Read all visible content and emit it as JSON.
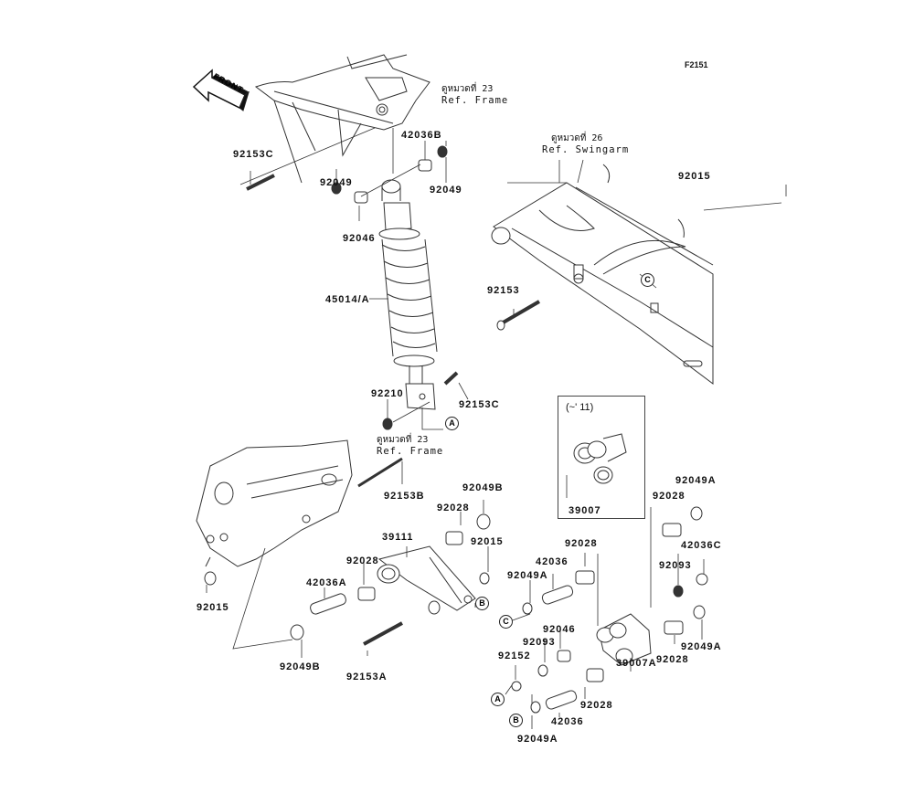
{
  "diagram": {
    "figure_code": "F2151",
    "front_arrow_label": "FRONT",
    "references": [
      {
        "id": "ref-frame-top",
        "thai": "ดูหมวดที่ 23",
        "text": "Ref. Frame"
      },
      {
        "id": "ref-swingarm",
        "thai": "ดูหมวดที่ 26",
        "text": "Ref. Swingarm"
      },
      {
        "id": "ref-frame-mid",
        "thai": "ดูหมวดที่ 23",
        "text": "Ref. Frame"
      }
    ],
    "variant_box": {
      "label": "(~' 11)",
      "part": "39007"
    },
    "callouts": [
      "A",
      "B",
      "C"
    ],
    "parts": [
      {
        "id": "p1",
        "number": "92153C"
      },
      {
        "id": "p2",
        "number": "42036B"
      },
      {
        "id": "p3",
        "number": "92049"
      },
      {
        "id": "p4",
        "number": "92049"
      },
      {
        "id": "p5",
        "number": "92046"
      },
      {
        "id": "p6",
        "number": "45014/A"
      },
      {
        "id": "p7",
        "number": "92015"
      },
      {
        "id": "p8",
        "number": "92153"
      },
      {
        "id": "p9",
        "number": "92210"
      },
      {
        "id": "p10",
        "number": "92153C"
      },
      {
        "id": "p11",
        "number": "92153B"
      },
      {
        "id": "p12",
        "number": "92049B"
      },
      {
        "id": "p13",
        "number": "92028"
      },
      {
        "id": "p14",
        "number": "39111"
      },
      {
        "id": "p15",
        "number": "92015"
      },
      {
        "id": "p16",
        "number": "92028"
      },
      {
        "id": "p17",
        "number": "42036A"
      },
      {
        "id": "p18",
        "number": "92015"
      },
      {
        "id": "p19",
        "number": "92049B"
      },
      {
        "id": "p20",
        "number": "92153A"
      },
      {
        "id": "p21",
        "number": "92049A"
      },
      {
        "id": "p22",
        "number": "92028"
      },
      {
        "id": "p23",
        "number": "42036C"
      },
      {
        "id": "p24",
        "number": "92028"
      },
      {
        "id": "p25",
        "number": "42036"
      },
      {
        "id": "p26",
        "number": "92049A"
      },
      {
        "id": "p27",
        "number": "92093"
      },
      {
        "id": "p28",
        "number": "92046"
      },
      {
        "id": "p29",
        "number": "92093"
      },
      {
        "id": "p30",
        "number": "92152"
      },
      {
        "id": "p31",
        "number": "92049A"
      },
      {
        "id": "p32",
        "number": "92028"
      },
      {
        "id": "p33",
        "number": "39007A"
      },
      {
        "id": "p34",
        "number": "92028"
      },
      {
        "id": "p35",
        "number": "42036"
      },
      {
        "id": "p36",
        "number": "92049A"
      }
    ]
  }
}
